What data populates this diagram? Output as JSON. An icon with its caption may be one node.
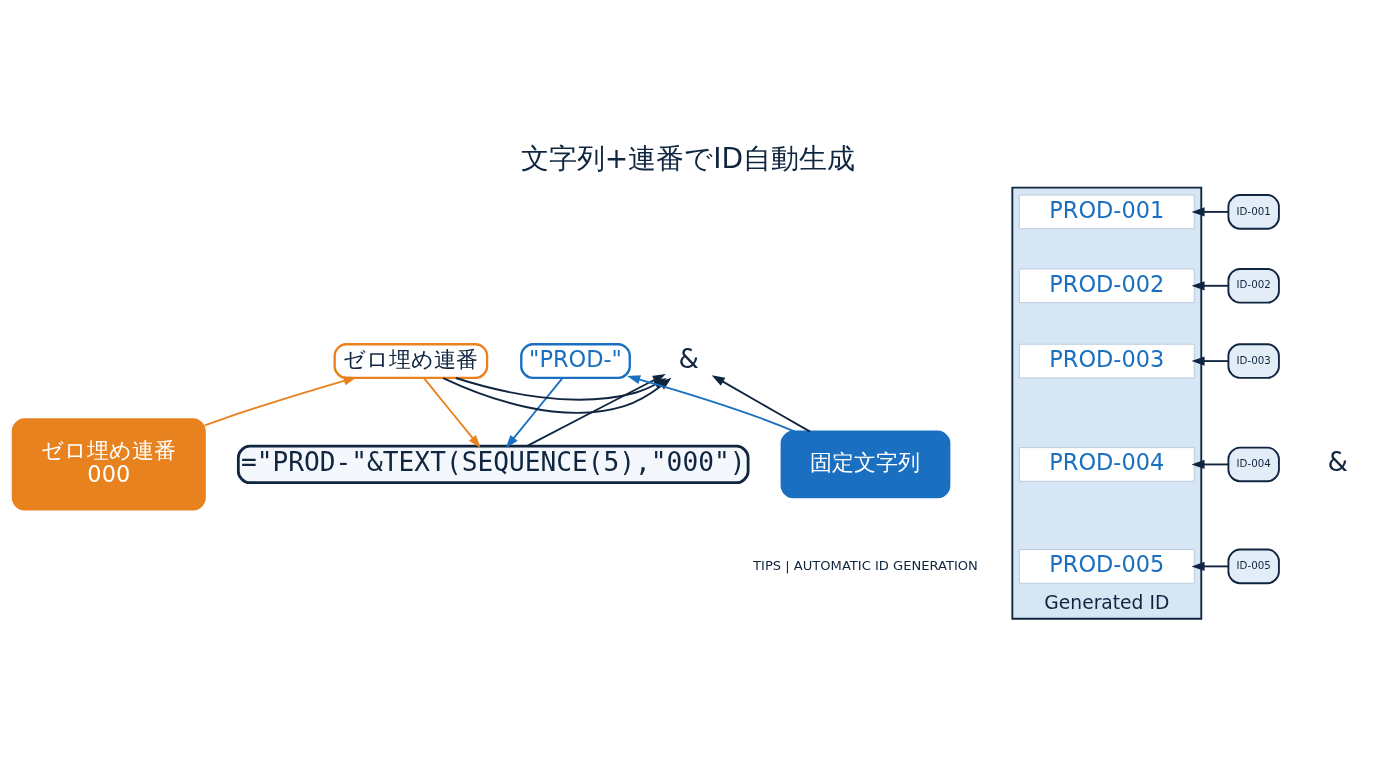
{
  "diagram": {
    "title": "文字列+連番でID自動生成",
    "caption": "TIPS | AUTOMATIC ID GENERATION",
    "nodes": [
      {
        "text": [
          "=\"PROD-\"&TEXT(SEQUENCE(5),\"000\")"
        ]
      },
      {
        "text": [
          "\"PROD-\""
        ]
      },
      {
        "text": [
          "&"
        ]
      },
      {
        "text": [
          "ゼロ埋め連番"
        ]
      },
      {
        "text": [
          "固定文字列"
        ]
      },
      {
        "text": [
          "ゼロ埋め連番",
          "000"
        ]
      },
      {
        "text": [
          "Generated ID"
        ]
      },
      {
        "text": [
          "PROD-001"
        ],
        "in": 6
      },
      {
        "text": [
          "PROD-002"
        ],
        "in": 6
      },
      {
        "text": [
          "PROD-003"
        ],
        "in": 6
      },
      {
        "text": [
          "PROD-004"
        ],
        "in": 6
      },
      {
        "text": [
          "PROD-005"
        ],
        "in": 6
      },
      {
        "text": [
          "ID-001"
        ]
      },
      {
        "text": [
          "ID-002"
        ]
      },
      {
        "text": [
          "ID-003"
        ]
      },
      {
        "text": [
          "ID-004"
        ]
      },
      {
        "text": [
          "ID-005"
        ]
      }
    ],
    "edges": [
      {
        "from": 4,
        "to": 1,
        "arrow": "to",
        "color": "#1a6fc0"
      },
      {
        "from": 1,
        "to": 0,
        "arrow": "to",
        "color": "#1a6fc0"
      },
      {
        "from": 5,
        "to": 3,
        "arrow": "to",
        "color": "#e8821e"
      },
      {
        "from": 3,
        "to": 0,
        "arrow": "to",
        "color": "#e8821e"
      },
      {
        "from": 0,
        "to": 2,
        "arrow": "to"
      },
      {
        "from": 3,
        "to": 2,
        "arrow": "to"
      },
      {
        "from": 4,
        "to": 2,
        "arrow": "to"
      },
      {
        "from": 3,
        "to": 2,
        "arrow": "to"
      },
      {
        "from": 12,
        "to": 7,
        "arrow": "to"
      },
      {
        "from": 13,
        "to": 8,
        "arrow": "to"
      },
      {
        "from": 14,
        "to": 9,
        "arrow": "to"
      },
      {
        "from": 15,
        "to": 10,
        "arrow": "to"
      },
      {
        "from": 16,
        "to": 11,
        "arrow": "to"
      }
    ],
    "labels": [
      "&"
    ]
  }
}
